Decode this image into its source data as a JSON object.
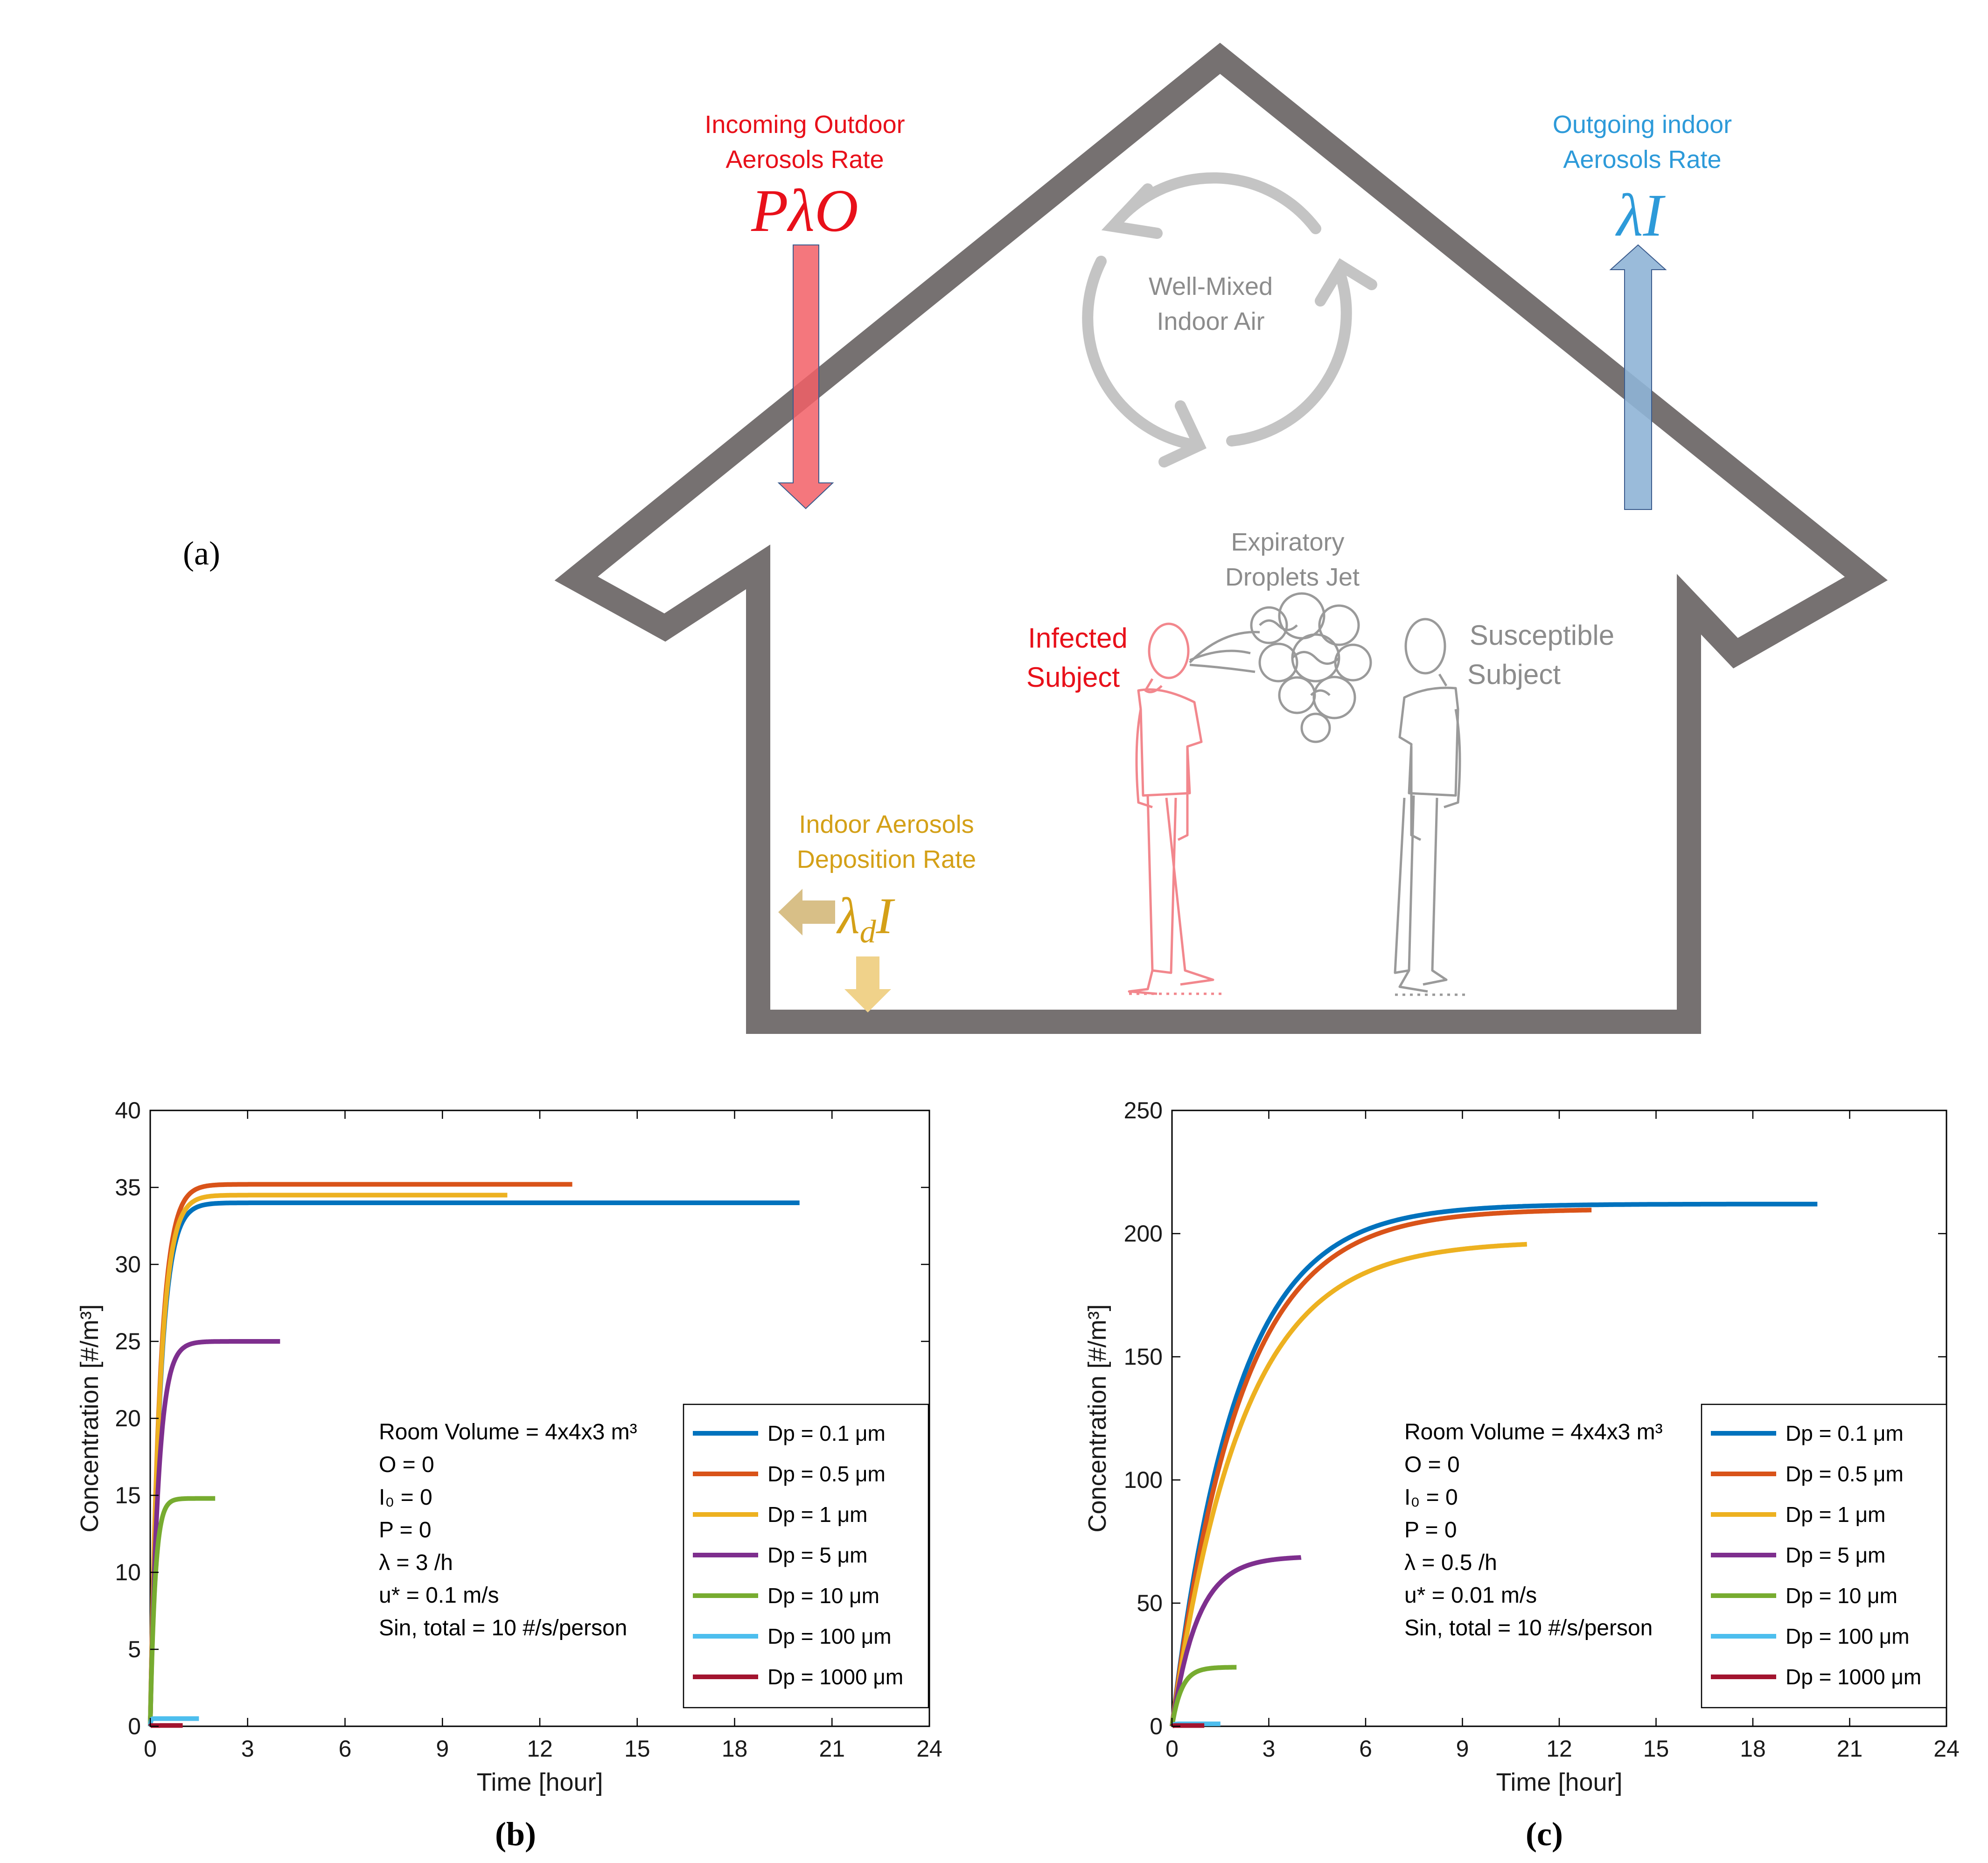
{
  "panel_a": {
    "label": "(a)",
    "incoming": {
      "line1": "Incoming Outdoor",
      "line2": "Aerosols Rate",
      "formula": "PλO",
      "color": "#e8101a"
    },
    "outgoing": {
      "line1": "Outgoing indoor",
      "line2": "Aerosols Rate",
      "formula": "λI",
      "color": "#2d9ad9"
    },
    "mixing": {
      "line1": "Well-Mixed",
      "line2": "Indoor Air"
    },
    "jet": {
      "line1": "Expiratory",
      "line2": "Droplets Jet"
    },
    "infected": {
      "line1": "Infected",
      "line2": "Subject",
      "color": "#e8101a"
    },
    "susceptible": {
      "line1": "Susceptible",
      "line2": "Subject"
    },
    "deposition": {
      "line1": "Indoor Aerosols",
      "line2": "Deposition Rate",
      "formula_lambda": "λ",
      "formula_sub": "d",
      "formula_I": "I",
      "color": "#d4a017"
    },
    "house_color": "#767171"
  },
  "chart_data": [
    {
      "panel_label": "(b)",
      "type": "line",
      "title": "",
      "xlabel": "Time [hour]",
      "ylabel": "Concentration [#/m³]",
      "xlim": [
        0,
        24
      ],
      "ylim": [
        0,
        40
      ],
      "xticks": [
        0,
        3,
        6,
        9,
        12,
        15,
        18,
        21,
        24
      ],
      "yticks": [
        0,
        5,
        10,
        15,
        20,
        25,
        30,
        35,
        40
      ],
      "grid": false,
      "legend_position": "bottom-right",
      "annotation": [
        "Room Volume = 4x4x3 m³",
        "O = 0",
        "I₀ = 0",
        "P = 0",
        "λ = 3 /h",
        "u* = 0.1 m/s",
        "Sin, total = 10 #/s/person"
      ],
      "series": [
        {
          "name": "Dp = 0.1 μm",
          "color": "#0072BD",
          "steady": 34.0,
          "tau": 0.3,
          "t_end": 20
        },
        {
          "name": "Dp = 0.5 μm",
          "color": "#D95319",
          "steady": 35.2,
          "tau": 0.3,
          "t_end": 13
        },
        {
          "name": "Dp = 1 μm",
          "color": "#EDB120",
          "steady": 34.5,
          "tau": 0.3,
          "t_end": 11
        },
        {
          "name": "Dp = 5 μm",
          "color": "#7E2F8E",
          "steady": 25.0,
          "tau": 0.25,
          "t_end": 4
        },
        {
          "name": "Dp = 10 μm",
          "color": "#77AC30",
          "steady": 14.8,
          "tau": 0.15,
          "t_end": 2
        },
        {
          "name": "Dp = 100 μm",
          "color": "#4DBEEE",
          "steady": 0.5,
          "tau": 0.02,
          "t_end": 1.5
        },
        {
          "name": "Dp = 1000 μm",
          "color": "#A2142F",
          "steady": 0.05,
          "tau": 0.01,
          "t_end": 1
        }
      ]
    },
    {
      "panel_label": "(c)",
      "type": "line",
      "title": "",
      "xlabel": "Time [hour]",
      "ylabel": "Concentration [#/m³]",
      "xlim": [
        0,
        24
      ],
      "ylim": [
        0,
        250
      ],
      "xticks": [
        0,
        3,
        6,
        9,
        12,
        15,
        18,
        21,
        24
      ],
      "yticks": [
        0,
        50,
        100,
        150,
        200,
        250
      ],
      "grid": false,
      "legend_position": "bottom-right",
      "annotation": [
        "Room Volume = 4x4x3 m³",
        "O = 0",
        "I₀ = 0",
        "P = 0",
        "λ = 0.5 /h",
        "u* = 0.01 m/s",
        "Sin, total = 10 #/s/person"
      ],
      "series": [
        {
          "name": "Dp = 0.1 μm",
          "color": "#0072BD",
          "steady": 212,
          "tau": 2.0,
          "t_end": 20
        },
        {
          "name": "Dp = 0.5 μm",
          "color": "#D95319",
          "steady": 210,
          "tau": 2.1,
          "t_end": 13
        },
        {
          "name": "Dp = 1 μm",
          "color": "#EDB120",
          "steady": 197,
          "tau": 2.2,
          "t_end": 11
        },
        {
          "name": "Dp = 5 μm",
          "color": "#7E2F8E",
          "steady": 69,
          "tau": 0.8,
          "t_end": 4
        },
        {
          "name": "Dp = 10 μm",
          "color": "#77AC30",
          "steady": 24,
          "tau": 0.3,
          "t_end": 2
        },
        {
          "name": "Dp = 100 μm",
          "color": "#4DBEEE",
          "steady": 1,
          "tau": 0.05,
          "t_end": 1.5
        },
        {
          "name": "Dp = 1000 μm",
          "color": "#A2142F",
          "steady": 0.3,
          "tau": 0.02,
          "t_end": 1
        }
      ]
    }
  ]
}
